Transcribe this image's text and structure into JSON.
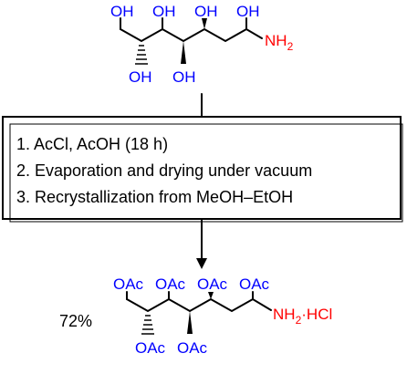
{
  "starting_material": {
    "top_hydroxyls": [
      "OH",
      "OH",
      "OH",
      "OH"
    ],
    "bottom_hydroxyls": [
      "OH",
      "OH"
    ],
    "amine": "NH",
    "amine_sub": "2"
  },
  "conditions": [
    "1. AcCl, AcOH (18 h)",
    "2. Evaporation and drying under vacuum",
    "3. Recrystallization from MeOH–EtOH"
  ],
  "product": {
    "yield": "72%",
    "top_acetates": [
      "OAc",
      "OAc",
      "OAc",
      "OAc"
    ],
    "bottom_acetates": [
      "OAc",
      "OAc"
    ],
    "amine": "NH",
    "amine_sub": "2",
    "salt": "·HCl"
  },
  "colors": {
    "heteroatom_o": "#0000ff",
    "heteroatom_n": "#ff0000",
    "bond": "#000000"
  }
}
